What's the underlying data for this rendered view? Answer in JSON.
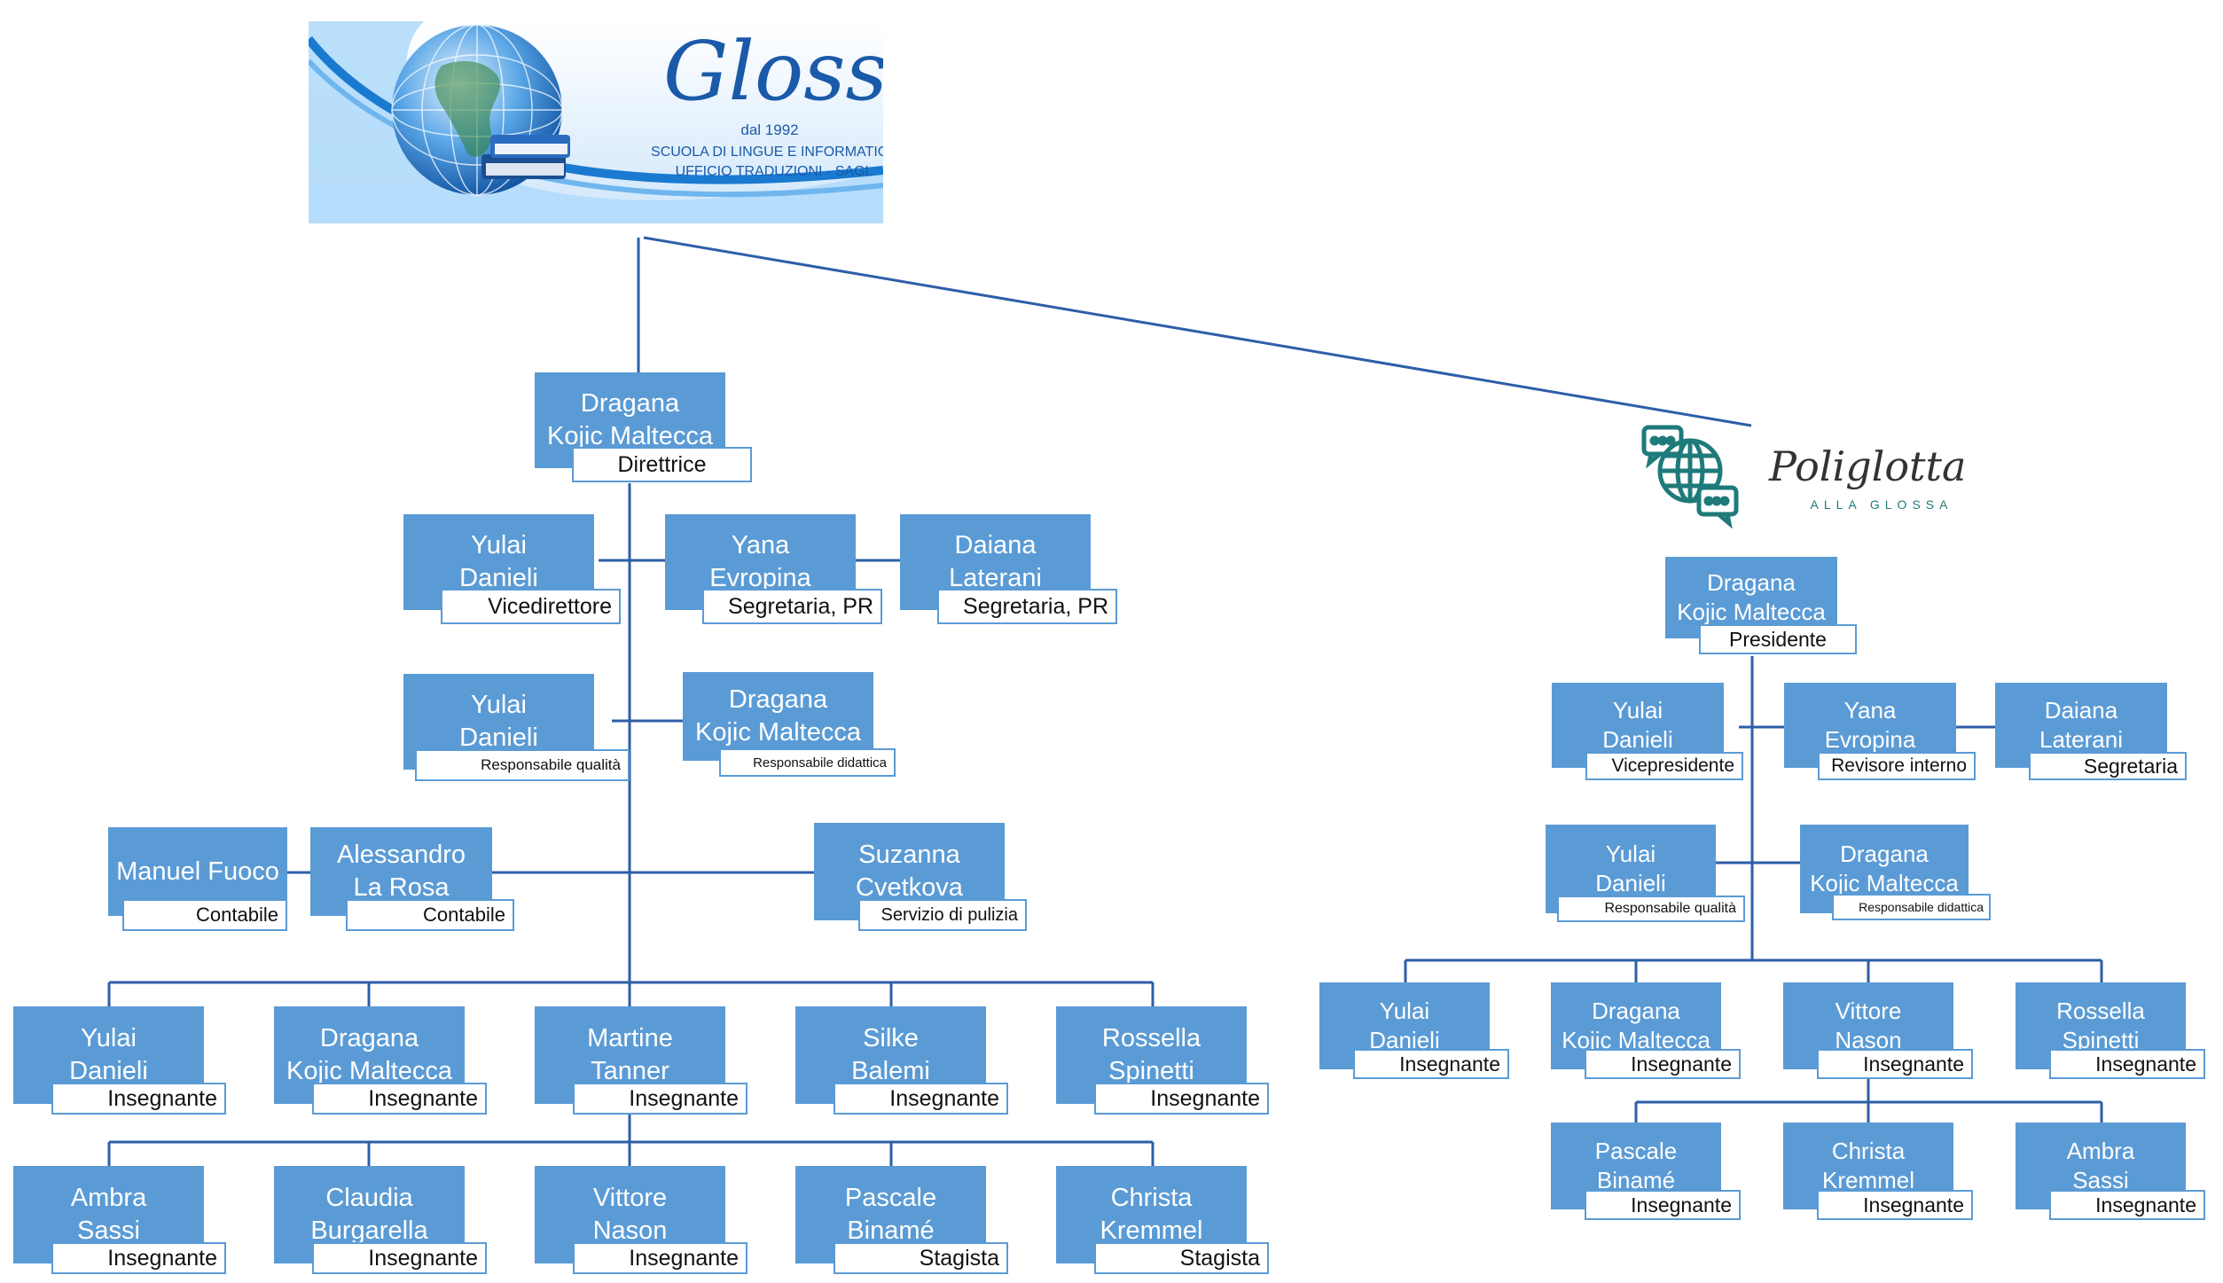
{
  "glossa": {
    "title": "Glossa",
    "since": "dal 1992",
    "line1": "SCUOLA DI LINGUE E INFORMATICA",
    "line2": "UFFICIO TRADUZIONI - SAGL"
  },
  "poliglotta": {
    "title": "Poliglotta",
    "subtitle": "ALLA GLOSSA"
  },
  "colors": {
    "box": "#5b9bd5",
    "line": "#2e5ea8",
    "logo_accent": "#1a5aa8",
    "poli_icon": "#1f7a7a"
  },
  "glossa_chart": {
    "direttrice": {
      "name": "Dragana\nKojic Maltecca",
      "role": "Direttrice"
    },
    "vicedirettore": {
      "name": "Yulai\nDanieli",
      "role": "Vicedirettore"
    },
    "segretaria_1": {
      "name": "Yana\nEvropina",
      "role": "Segretaria, PR"
    },
    "segretaria_2": {
      "name": "Daiana\nLaterani",
      "role": "Segretaria, PR"
    },
    "resp_qualita": {
      "name": "Yulai\nDanieli",
      "role": "Responsabile qualità"
    },
    "resp_didattica": {
      "name": "Dragana\nKojic Maltecca",
      "role": "Responsabile didattica"
    },
    "contabile_1": {
      "name": "Manuel Fuoco",
      "role": "Contabile"
    },
    "contabile_2": {
      "name": "Alessandro\nLa Rosa",
      "role": "Contabile"
    },
    "pulizia": {
      "name": "Suzanna\nCvetkova",
      "role": "Servizio di pulizia"
    },
    "row1": [
      {
        "name": "Yulai\nDanieli",
        "role": "Insegnante"
      },
      {
        "name": "Dragana\nKojic Maltecca",
        "role": "Insegnante"
      },
      {
        "name": "Martine\nTanner",
        "role": "Insegnante"
      },
      {
        "name": "Silke\nBalemi",
        "role": "Insegnante"
      },
      {
        "name": "Rossella\nSpinetti",
        "role": "Insegnante"
      }
    ],
    "row2": [
      {
        "name": "Ambra\nSassi",
        "role": "Insegnante"
      },
      {
        "name": "Claudia\nBurgarella",
        "role": "Insegnante"
      },
      {
        "name": "Vittore\nNason",
        "role": "Insegnante"
      },
      {
        "name": "Pascale\nBinamé",
        "role": "Stagista"
      },
      {
        "name": "Christa\nKremmel",
        "role": "Stagista"
      }
    ]
  },
  "poli_chart": {
    "presidente": {
      "name": "Dragana\nKojic Maltecca",
      "role": "Presidente"
    },
    "vicepresidente": {
      "name": "Yulai\nDanieli",
      "role": "Vicepresidente"
    },
    "revisore": {
      "name": "Yana\nEvropina",
      "role": "Revisore interno"
    },
    "segretaria": {
      "name": "Daiana\nLaterani",
      "role": "Segretaria"
    },
    "resp_qualita": {
      "name": "Yulai\nDanieli",
      "role": "Responsabile qualità"
    },
    "resp_didattica": {
      "name": "Dragana\nKojic Maltecca",
      "role": "Responsabile didattica"
    },
    "row1": [
      {
        "name": "Yulai\nDanieli",
        "role": "Insegnante"
      },
      {
        "name": "Dragana\nKojic Maltecca",
        "role": "Insegnante"
      },
      {
        "name": "Vittore\nNason",
        "role": "Insegnante"
      },
      {
        "name": "Rossella\nSpinetti",
        "role": "Insegnante"
      }
    ],
    "row2": [
      {
        "name": "Pascale\nBinamé",
        "role": "Insegnante"
      },
      {
        "name": "Christa\nKremmel",
        "role": "Insegnante"
      },
      {
        "name": "Ambra\nSassi",
        "role": "Insegnante"
      }
    ]
  }
}
